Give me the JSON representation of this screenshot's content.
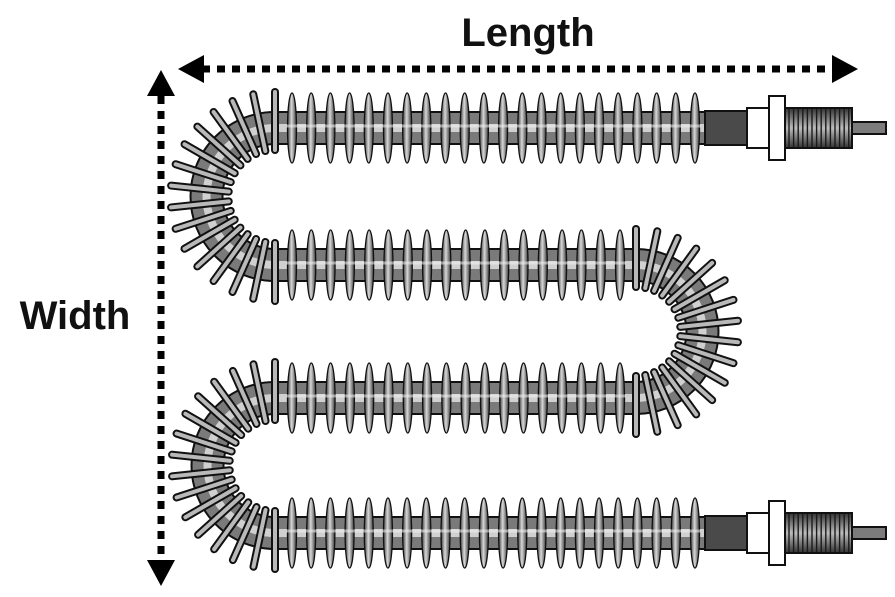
{
  "labels": {
    "length": "Length",
    "width": "Width"
  },
  "heater": {
    "passes": 4,
    "fins_per_pass": 22
  },
  "colors": {
    "tube_dark": "#333333",
    "tube_mid": "#8a8a8a",
    "tube_light": "#e6e6e6",
    "outline": "#111111",
    "arrow": "#000000",
    "terminal_body": "#555555",
    "collar": "#ffffff"
  },
  "icons": {
    "length_arrow": "double-arrow-horizontal",
    "width_arrow": "double-arrow-vertical"
  }
}
